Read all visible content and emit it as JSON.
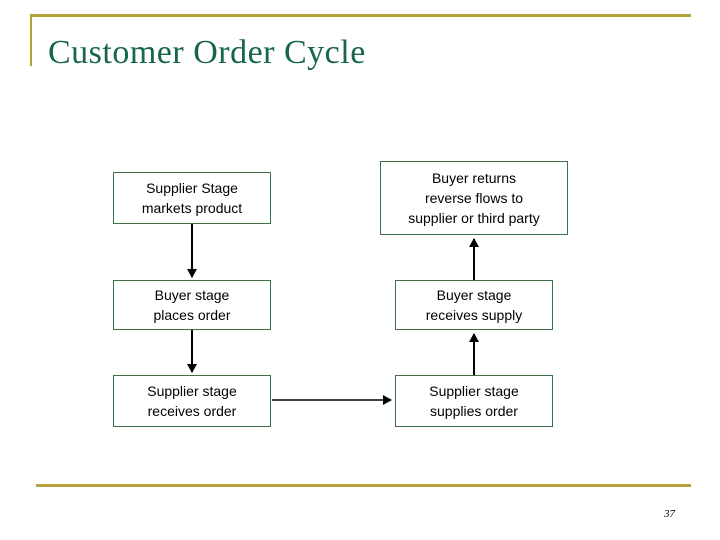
{
  "slide": {
    "title": "Customer Order Cycle",
    "page_number": "37"
  },
  "colors": {
    "title_green": "#17654c",
    "accent_gold": "#b5a23c",
    "box_border_green": "#3d7048",
    "arrow_black": "#000000",
    "background": "#ffffff"
  },
  "diagram": {
    "left_column": [
      {
        "label": "Supplier Stage\nmarkets product"
      },
      {
        "label": "Buyer stage\nplaces order"
      },
      {
        "label": "Supplier stage\nreceives order"
      }
    ],
    "right_column": [
      {
        "label": "Buyer returns\nreverse flows to\nsupplier or third party"
      },
      {
        "label": "Buyer stage\nreceives supply"
      },
      {
        "label": "Supplier stage\nsupplies order"
      }
    ]
  }
}
